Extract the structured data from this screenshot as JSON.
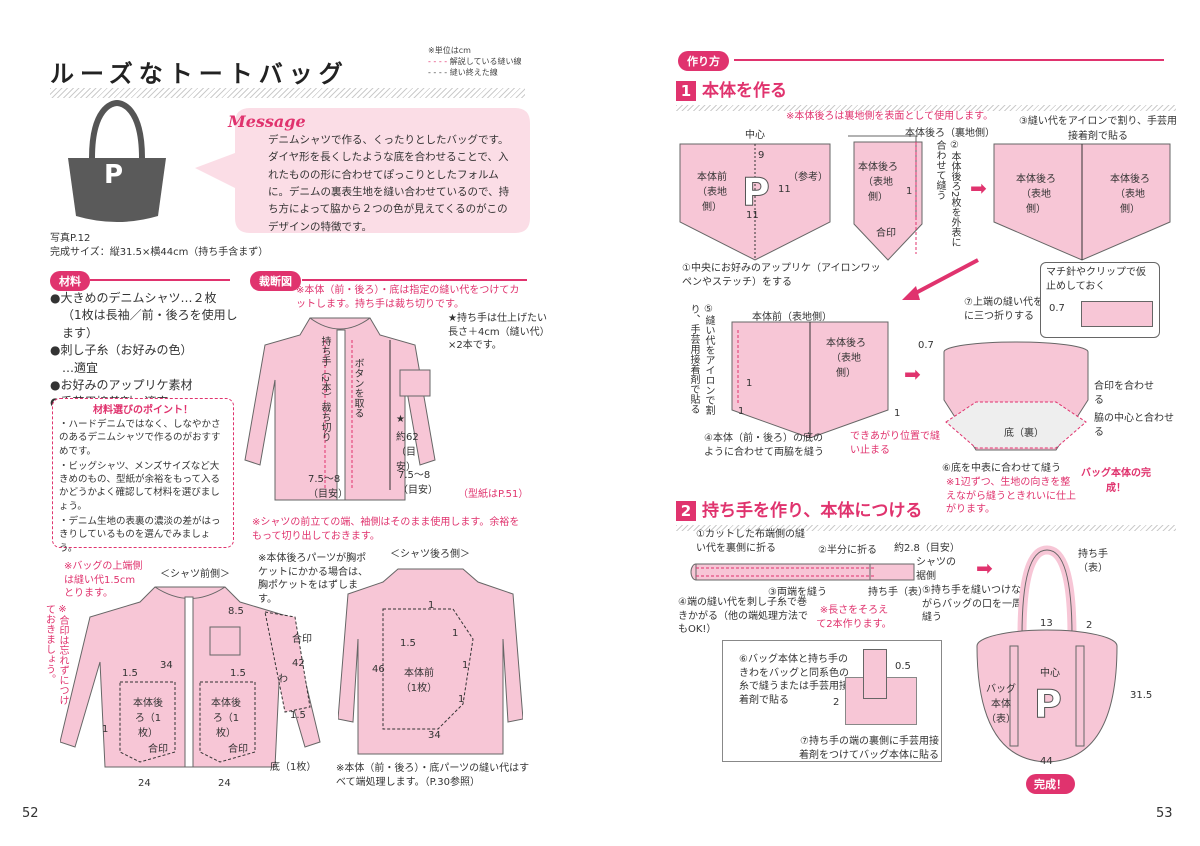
{
  "left": {
    "title": "ルーズなトートバッグ",
    "legend": {
      "unit": "※単位はcm",
      "item1": "解説している縫い線",
      "item2": "縫い終えた線"
    },
    "bag_letter": "P",
    "message_label": "Message",
    "message_text": "デニムシャツで作る、くったりとしたバッグです。ダイヤ形を長くしたような底を合わせることで、入れたものの形に合わせてぽっこりとしたフォルムに。デニムの裏表生地を縫い合わせているので、持ち方によって脇から２つの色が見えてくるのがこのデザインの特徴です。",
    "photo_ref": "写真P.12",
    "size": "完成サイズ：縦31.5×横44cm（持ち手含まず）",
    "materials_label": "材料",
    "materials": [
      "●大きめのデニムシャツ…２枚",
      "（1枚は長袖／前・後ろを使用します）",
      "●刺し子糸（お好みの色）",
      "…適宜",
      "●お好みのアップリケ素材",
      "●手芸用接着剤…適宜"
    ],
    "points_title": "材料選びのポイント！",
    "points": [
      "・ハードデニムではなく、しなやかさのあるデニムシャツで作るのがおすすめです。",
      "・ビッグシャツ、メンズサイズなど大きめのもの、型紙が余裕をもって入るかどうかよく確認して材料を選びましょう。",
      "・デニム生地の表裏の濃淡の差がはっきりしているものを選んでみましょう。"
    ],
    "cutting_label": "裁断図",
    "cutting_note": "※本体（前・後ろ）・底は指定の縫い代をつけてカットします。持ち手は裁ち切りです。",
    "handle_note": "★持ち手は仕上げたい長さ＋4cm（縫い代）×2本です。",
    "diagram1": {
      "handle_cut": "持ち手（2本）裁ち切り",
      "button_take": "ボタンを取る",
      "star": "★",
      "approx62": "約62（目安）",
      "left_75": "7.5〜8（目安）",
      "right_75": "7.5〜8（目安）",
      "pattern_ref": "（型紙はP.51）"
    },
    "front_note": "※シャツの前立ての端、袖側はそのまま使用します。余裕をもって切り出しておきます。",
    "margin_note": "※バッグの上端側は縫い代1.5cmとります。",
    "shirt_front": "＜シャツ前側＞",
    "shirt_back": "＜シャツ後ろ側＞",
    "pocket_note": "※本体後ろパーツが胸ポケットにかかる場合は、胸ポケットをはずします。",
    "vertical_note": "※合印は忘れずにつけておきましょう。",
    "diagram2": {
      "d85": "8.5",
      "d15a": "1.5",
      "d15b": "1.5",
      "d15c": "1.5",
      "d34": "34",
      "d42": "42",
      "piece1": "本体後ろ（1枚）",
      "piece2": "本体後ろ（1枚）",
      "aijirushi1": "合印",
      "aijirushi2": "合印",
      "aijirushi3": "合印",
      "wa": "わ",
      "bottom": "底（1枚）",
      "d24a": "24",
      "d24b": "24",
      "one1": "1",
      "one2": "1"
    },
    "diagram3": {
      "d1": "1",
      "d15": "1.5",
      "d46": "46",
      "d34": "34",
      "piece": "本体前（1枚）",
      "one2": "1",
      "one3": "1",
      "one4": "1"
    },
    "finish_note": "※本体（前・後ろ）・底パーツの縫い代はすべて端処理します。（P.30参照）",
    "page_num": "52"
  },
  "right": {
    "howto_label": "作り方",
    "s1_num": "1",
    "s1_title": "本体を作る",
    "s1_note": "※本体後ろは裏地側を表面として使用します。",
    "panel1": {
      "center": "中心",
      "d9": "9",
      "d11a": "11",
      "d11b": "11",
      "label": "本体前（表地側）",
      "ref": "（参考）",
      "letter": "P"
    },
    "panel2": {
      "top": "本体後ろ（裏地側）",
      "label": "本体後ろ（表地側）",
      "aijirushi": "合印",
      "one": "1"
    },
    "step2": "②本体後ろ2枚を外表に合わせて縫う",
    "step3": "③縫い代をアイロンで割り、手芸用接着剤で貼る",
    "panel3": {
      "left": "本体後ろ（表地側）",
      "right": "本体後ろ（表地側）"
    },
    "step1": "①中央にお好みのアップリケ（アイロンワッペンやステッチ）をする",
    "step5": "⑤縫い代をアイロンで割り、手芸用接着剤で貼る",
    "panel4": {
      "top": "本体前（表地側）",
      "back": "本体後ろ（表地側）",
      "one1": "1",
      "one2": "1",
      "one3": "1"
    },
    "step4": "④本体（前・後ろ）の底のように合わせて両脇を縫う",
    "finish_pos": "できあがり位置で縫い止まる",
    "step7": "⑦上端の縫い代を裏側に三つ折りする",
    "pin_note": "マチ針やクリップで仮止めしておく",
    "d07a": "0.7",
    "d07b": "0.7",
    "bottom_label": "底（裏）",
    "align1": "合印を合わせる",
    "align2": "脇の中心と合わせる",
    "step6": "⑥底を中表に合わせて縫う",
    "step6_note": "※1辺ずつ、生地の向きを整えながら縫うときれいに仕上がります。",
    "bag_done": "バッグ本体の完成！",
    "s2_num": "2",
    "s2_title": "持ち手を作り、本体につける",
    "h1": "①カットした布端側の縫い代を裏側に折る",
    "h2": "②半分に折る",
    "h_approx": "約2.8（目安）",
    "h_side": "シャツの裾側",
    "h3": "③両端を縫う",
    "h_handle": "持ち手（表）",
    "h4": "④端の縫い代を刺し子糸で巻きかがる（他の端処理方法でもOK!）",
    "h_note": "※長さをそろえて2本作ります。",
    "h5": "⑤持ち手を縫いつけながらバッグの口を一周縫う",
    "h6": "⑥バッグ本体と持ち手のきわをバッグと同系色の糸で縫うまたは手芸用接着剤で貼る",
    "h7": "⑦持ち手の端の裏側に手芸用接着剤をつけてバッグ本体に貼る",
    "d05": "0.5",
    "d2": "2",
    "final": {
      "handle": "持ち手（表）",
      "d13": "13",
      "d2": "2",
      "center": "中心",
      "body": "バッグ本体（表）",
      "letter": "P",
      "d315": "31.5",
      "d44": "44"
    },
    "complete": "完成！",
    "page_num": "53"
  },
  "colors": {
    "accent": "#e0336e",
    "fabric": "#f7c6d6",
    "bag": "#5a5a5a"
  }
}
